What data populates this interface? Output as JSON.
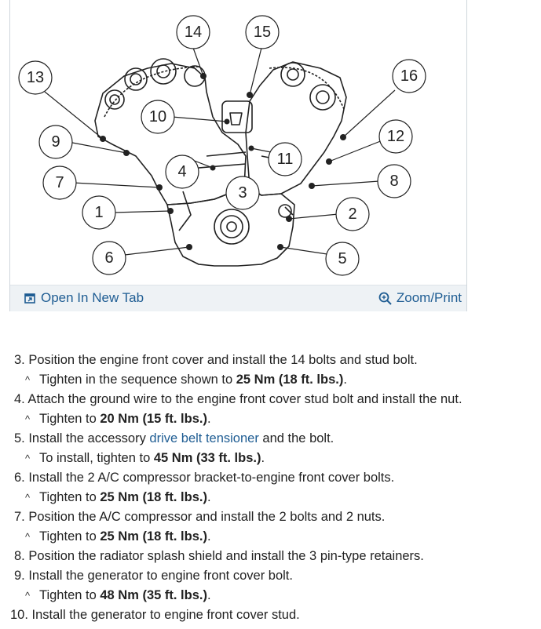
{
  "diagram": {
    "callouts": [
      "1",
      "2",
      "3",
      "4",
      "5",
      "6",
      "7",
      "8",
      "9",
      "10",
      "11",
      "12",
      "13",
      "14",
      "15",
      "16"
    ]
  },
  "figure_bar": {
    "open_tab_label": "Open In New Tab",
    "zoom_label": "Zoom/Print",
    "open_tab_icon": "open-new-tab-icon",
    "zoom_icon": "zoom-magnifier-icon",
    "link_color": "#1f5d93"
  },
  "steps": [
    {
      "text": "3. Position the engine front cover and install the 14 bolts and stud bolt.",
      "sub_pre": "Tighten in the sequence shown to ",
      "sub_bold": "25 Nm (18 ft. lbs.)",
      "sub_post": "."
    },
    {
      "text": "4. Attach the ground wire to the engine front cover stud bolt and install the nut.",
      "sub_pre": "Tighten to ",
      "sub_bold": "20 Nm (15 ft. lbs.)",
      "sub_post": "."
    },
    {
      "text_pre": "5. Install the accessory ",
      "text_link": "drive belt tensioner",
      "text_post": " and the bolt.",
      "sub_pre": "To install, tighten to ",
      "sub_bold": "45 Nm (33 ft. lbs.)",
      "sub_post": "."
    },
    {
      "text": "6. Install the 2 A/C compressor bracket-to-engine front cover bolts.",
      "sub_pre": "Tighten to ",
      "sub_bold": "25 Nm (18 ft. lbs.)",
      "sub_post": "."
    },
    {
      "text": "7. Position the A/C compressor and install the 2 bolts and 2 nuts.",
      "sub_pre": "Tighten to ",
      "sub_bold": "25 Nm (18 ft. lbs.)",
      "sub_post": "."
    },
    {
      "text": "8. Position the radiator splash shield and install the 3 pin-type retainers."
    },
    {
      "text": "9. Install the generator to engine front cover bolt.",
      "sub_pre": "Tighten to ",
      "sub_bold": "48 Nm (35 ft. lbs.)",
      "sub_post": "."
    },
    {
      "text": "10. Install the generator to engine front cover stud."
    }
  ],
  "caret_glyph": "^"
}
